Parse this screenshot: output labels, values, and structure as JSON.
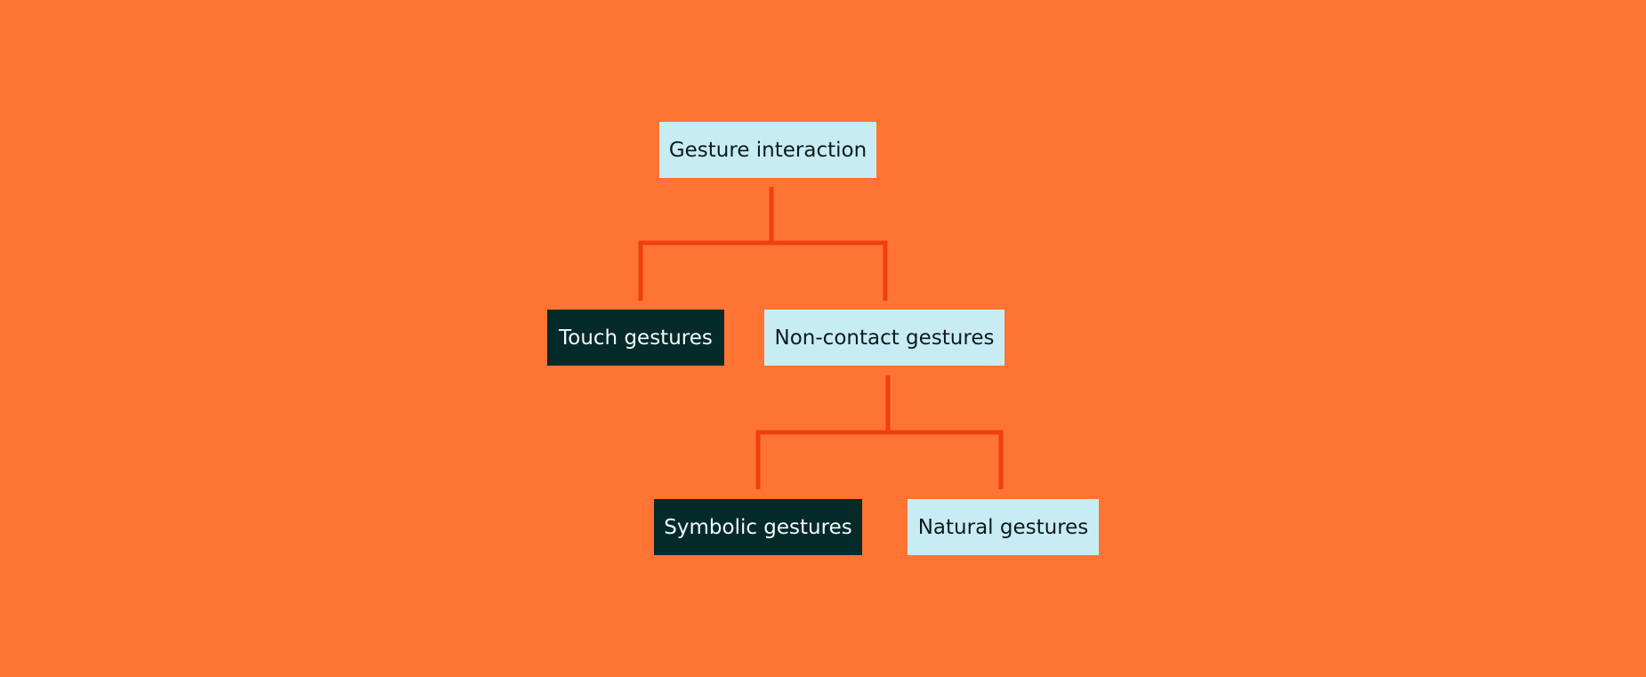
{
  "diagram": {
    "nodes": {
      "root": "Gesture interaction",
      "touch": "Touch gestures",
      "noncontact": "Non-contact gestures",
      "symbolic": "Symbolic gestures",
      "natural": "Natural gestures"
    },
    "edges": [
      [
        "root",
        "touch"
      ],
      [
        "root",
        "noncontact"
      ],
      [
        "noncontact",
        "symbolic"
      ],
      [
        "noncontact",
        "natural"
      ]
    ],
    "colors": {
      "background": "#ff7433",
      "connector": "#f0400f",
      "node_light": "#c8ecf4",
      "node_dark": "#052a2a"
    }
  }
}
